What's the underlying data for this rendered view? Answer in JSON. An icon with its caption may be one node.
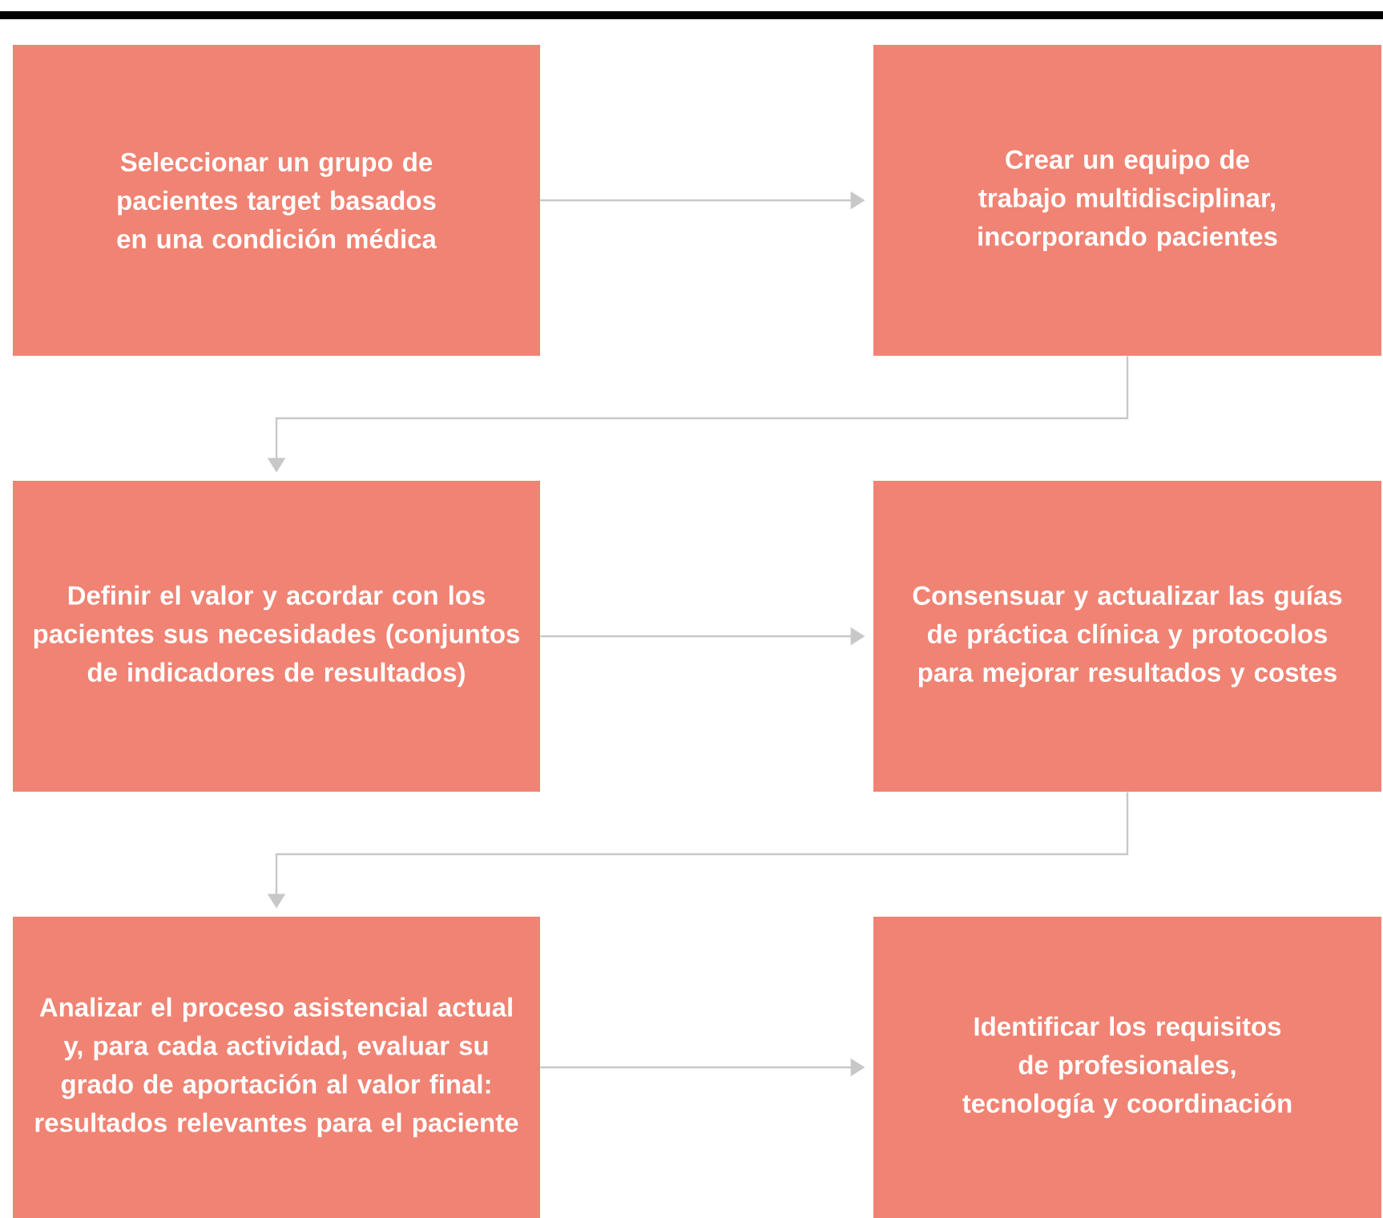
{
  "diagram": {
    "nodes": [
      {
        "text": [
          "Seleccionar un grupo de pacientes target basados en una condición médica"
        ]
      },
      {
        "text": [
          "Crear un equipo de trabajo multidisciplinar, incorporando pacientes"
        ]
      },
      {
        "text": [
          "Definir el valor y acordar con los pacientes sus necesidades (conjuntos de indicadores de resultados)"
        ]
      },
      {
        "text": [
          "Consensuar y actualizar las guías de práctica clínica y protocolos para mejorar resultados y costes"
        ]
      },
      {
        "text": [
          "Analizar el proceso asistencial actual y, para cada actividad, evaluar su grado de aportación al valor final: resultados relevantes para el paciente"
        ]
      },
      {
        "text": [
          "Identificar los requisitos de profesionales, tecnología y coordinación"
        ]
      }
    ],
    "edges": [
      {
        "from": 0,
        "to": 1,
        "arrow": "to"
      },
      {
        "from": 1,
        "to": 2,
        "arrow": "to"
      },
      {
        "from": 2,
        "to": 3,
        "arrow": "to"
      },
      {
        "from": 3,
        "to": 4,
        "arrow": "to"
      },
      {
        "from": 4,
        "to": 5,
        "arrow": "to"
      }
    ]
  }
}
